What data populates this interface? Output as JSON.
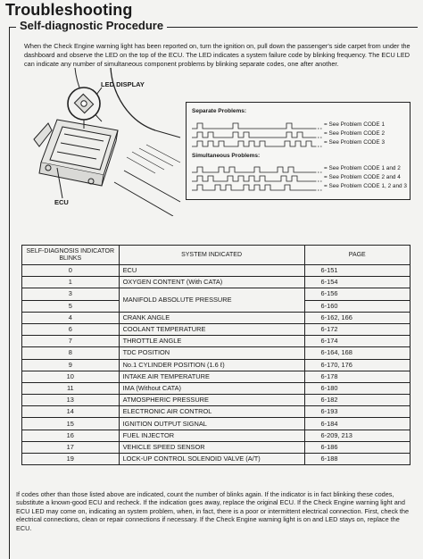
{
  "header": {
    "title": "Troubleshooting",
    "section": "Self-diagnostic Procedure"
  },
  "intro": "When the Check Engine warning light has been reported on, turn the ignition on, pull down the passenger's side carpet from under the dashboard and observe the LED on the top of the ECU. The LED indicates a system failure code by blinking frequency. The ECU LED can indicate any number of simultaneous component problems by blinking separate codes, one after another.",
  "illustration": {
    "led_label": "LED DISPLAY",
    "ecu_label": "ECU"
  },
  "blink_patterns": {
    "separate_heading": "Separate Problems:",
    "simultaneous_heading": "Simultaneous Problems:",
    "separate": [
      {
        "reference": "= See Problem CODE 1"
      },
      {
        "reference": "= See Problem CODE 2"
      },
      {
        "reference": "= See Problem CODE 3"
      }
    ],
    "simultaneous": [
      {
        "reference": "= See Problem CODE 1 and 2"
      },
      {
        "reference": "= See Problem CODE 2 and 4"
      },
      {
        "reference": "= See Problem CODE 1, 2 and 3"
      }
    ]
  },
  "table": {
    "headers": {
      "blinks": "SELF-DIAGNOSIS INDICATOR BLINKS",
      "system": "SYSTEM INDICATED",
      "page": "PAGE"
    },
    "rows": [
      {
        "blinks": "0",
        "system": "ECU",
        "page": "6-151"
      },
      {
        "blinks": "1",
        "system": "OXYGEN CONTENT (With CATA)",
        "page": "6-154"
      },
      {
        "blinks": "3",
        "system": "MANIFOLD ABSOLUTE PRESSURE",
        "page": "6-156"
      },
      {
        "blinks": "5",
        "system": "",
        "page": "6-160"
      },
      {
        "blinks": "4",
        "system": "CRANK ANGLE",
        "page": "6-162, 166"
      },
      {
        "blinks": "6",
        "system": "COOLANT TEMPERATURE",
        "page": "6-172"
      },
      {
        "blinks": "7",
        "system": "THROTTLE ANGLE",
        "page": "6-174"
      },
      {
        "blinks": "8",
        "system": "TDC POSITION",
        "page": "6-164, 168"
      },
      {
        "blinks": "9",
        "system": "No.1 CYLINDER POSITION (1.6 ℓ)",
        "page": "6-170, 176"
      },
      {
        "blinks": "10",
        "system": "INTAKE AIR TEMPERATURE",
        "page": "6-178"
      },
      {
        "blinks": "11",
        "system": "IMA (Without CATA)",
        "page": "6-180"
      },
      {
        "blinks": "13",
        "system": "ATMOSPHERIC PRESSURE",
        "page": "6-182"
      },
      {
        "blinks": "14",
        "system": "ELECTRONIC AIR CONTROL",
        "page": "6-193"
      },
      {
        "blinks": "15",
        "system": "IGNITION OUTPUT SIGNAL",
        "page": "6-184"
      },
      {
        "blinks": "16",
        "system": "FUEL INJECTOR",
        "page": "6-209, 213"
      },
      {
        "blinks": "17",
        "system": "VEHICLE SPEED SENSOR",
        "page": "6-186"
      },
      {
        "blinks": "19",
        "system": "LOCK-UP CONTROL SOLENOID VALVE (A/T)",
        "page": "6-188"
      }
    ]
  },
  "footer": "If codes other than those listed above are indicated, count the number of blinks again. If the indicator is in fact blinking these codes, substitute a known-good ECU and recheck. If the indication goes away, replace the original ECU. If the Check Engine warning light and ECU LED may come on, indicating an system problem, when, in fact, there is a poor or intermittent electrical connection. First, check the electrical connections, clean or repair connections if necessary. If the Check Engine warning light is on and LED stays on, replace the ECU."
}
